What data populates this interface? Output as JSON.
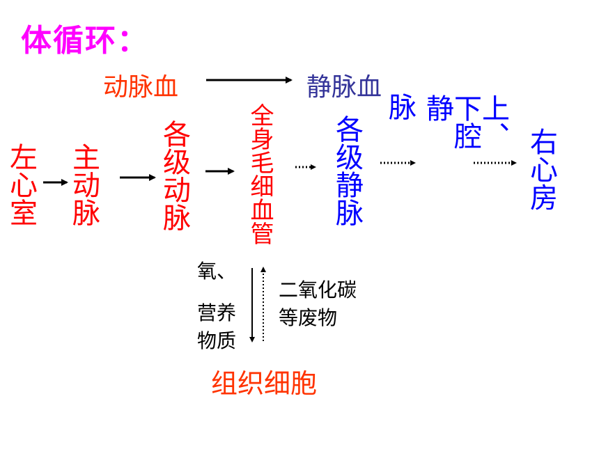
{
  "title": "体循环：",
  "legend": {
    "arterial": "动脉血",
    "venous": "静脉血"
  },
  "colors": {
    "title": "#ff00ff",
    "arterial": "#ff0000",
    "venous": "#0000ff",
    "legend_venous": "#333399",
    "tissue": "#ff3300"
  },
  "nodes": {
    "left_ventricle": "左心室",
    "aorta": "主动脉",
    "arteries": "各级动脉",
    "capillaries": "全身毛细血管",
    "veins": "各级静脉",
    "vena_cava": "上、下腔静脉",
    "right_atrium": "右心房"
  },
  "exchange": {
    "down_label_1": "氧、",
    "down_label_2": "营养",
    "down_label_3": "物质",
    "up_label_1": "二氧化碳",
    "up_label_2": "等废物"
  },
  "tissue_cells": "组织细胞"
}
